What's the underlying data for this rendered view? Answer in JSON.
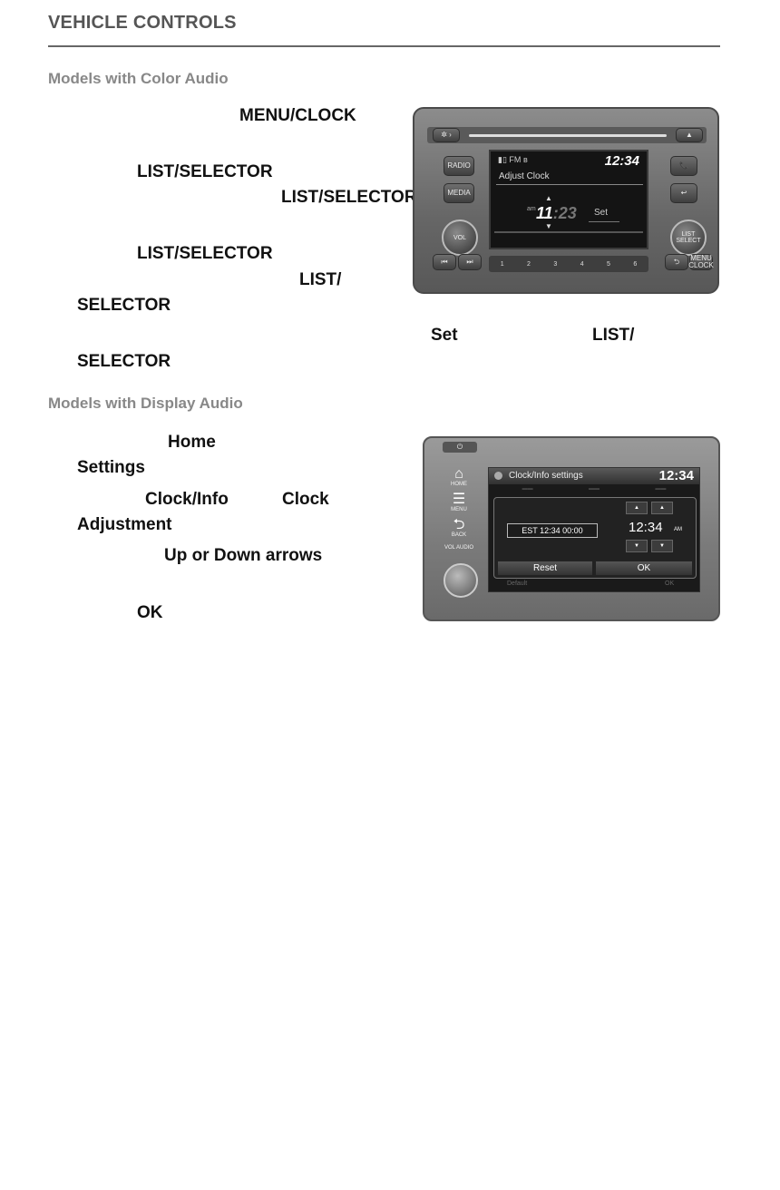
{
  "header": {
    "title": "VEHICLE CONTROLS"
  },
  "color_audio": {
    "section_title": "Models with Color Audio",
    "fragments": [
      "MENU/CLOCK",
      "LIST/SELECTOR",
      "LIST/SELECTOR",
      "LIST/SELECTOR",
      "LIST/",
      "SELECTOR",
      "Set",
      "LIST/",
      "SELECTOR"
    ],
    "unit": {
      "status_text": "FM",
      "time": "12:34",
      "screen_title": "Adjust Clock",
      "ampm": "am",
      "clock_hour": "11",
      "clock_sep": ":",
      "clock_min": "23",
      "set_label": "Set",
      "radio_label": "RADIO",
      "media_label": "MEDIA",
      "vol_label": "VOL",
      "list_select_label": "LIST SELECT",
      "menu_clock_label": "MENU CLOCK",
      "presets": [
        "1",
        "2",
        "3",
        "4",
        "5",
        "6"
      ]
    }
  },
  "display_audio": {
    "section_title": "Models with Display Audio",
    "fragments": [
      "Home",
      "Settings",
      "Clock/Info",
      "Clock",
      "Adjustment",
      "Up or Down arrows",
      "OK"
    ],
    "unit": {
      "side_home": "HOME",
      "side_menu": "MENU",
      "side_back": "BACK",
      "side_vol": "VOL AUDIO",
      "screen_title": "Clock/Info settings",
      "time": "12:34",
      "zone": "EST 12:34   00:00",
      "clock_value": "12:34",
      "ampm": "AM",
      "reset_label": "Reset",
      "ok_label": "OK",
      "default_label": "Default",
      "ok_dim_label": "OK"
    }
  }
}
